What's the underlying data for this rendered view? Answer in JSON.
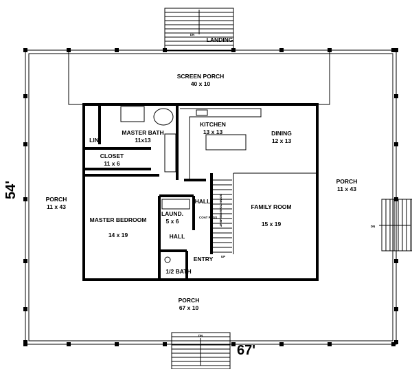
{
  "dimensions": {
    "depth": "54'",
    "width": "67'"
  },
  "rooms": [
    {
      "name": "SCREEN PORCH",
      "size": "40 x 10"
    },
    {
      "name": "MASTER BATH",
      "size": "11x13"
    },
    {
      "name": "KITCHEN",
      "size": "13 x 13"
    },
    {
      "name": "DINING",
      "size": "12 x 13"
    },
    {
      "name": "CLOSET",
      "size": "11 x 6"
    },
    {
      "name": "PORCH",
      "size": "11 x 43"
    },
    {
      "name": "PORCH",
      "size": "11 x 43"
    },
    {
      "name": "MASTER BEDROOM",
      "size": "14 x 19"
    },
    {
      "name": "LAUND.",
      "size": "5 x 6"
    },
    {
      "name": "FAMILY ROOM",
      "size": "15 x 19"
    },
    {
      "name": "PORCH",
      "size": "67 x 10"
    },
    {
      "name": "1/2 BATH",
      "size": ""
    }
  ],
  "labels": {
    "landing": "LANDING",
    "lin": "LIN",
    "hall1": "HALL",
    "hall2": "HALL",
    "entry": "ENTRY",
    "up": "UP",
    "dn_top": "DN",
    "dn_right": "DN",
    "dn_bottom": "DN",
    "coat_pegs": "COAT PEGS",
    "down_to_basement": "DOWN TO BASEMENT"
  }
}
